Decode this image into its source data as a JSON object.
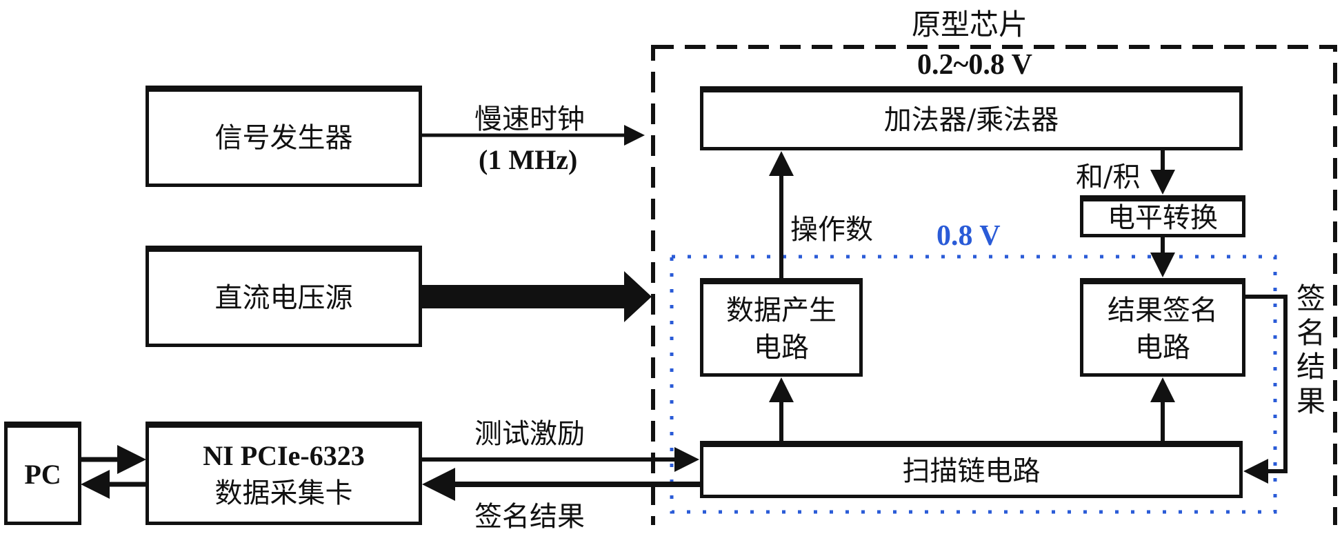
{
  "diagram": {
    "chip_title": "原型芯片",
    "chip_voltage": "0.2~0.8 V",
    "core_voltage": "0.8 V",
    "blocks": {
      "signal_generator": "信号发生器",
      "dc_source": "直流电压源",
      "daq_card_line1": "NI PCIe-6323",
      "daq_card_line2": "数据采集卡",
      "pc": "PC",
      "adder_multiplier": "加法器/乘法器",
      "level_shifter": "电平转换",
      "data_gen_line1": "数据产生",
      "data_gen_line2": "电路",
      "signature_line1": "结果签名",
      "signature_line2": "电路",
      "scan_chain": "扫描链电路"
    },
    "edges": {
      "slow_clock": "慢速时钟",
      "slow_clock_freq": "(1 MHz)",
      "operands": "操作数",
      "sum_product": "和/积",
      "test_stimulus": "测试激励",
      "signature_result_bottom": "签名结果",
      "signature_result_side": [
        "签",
        "名",
        "结",
        "果"
      ]
    },
    "colors": {
      "line": "#111111",
      "core_domain": "#2a5bd7"
    }
  }
}
